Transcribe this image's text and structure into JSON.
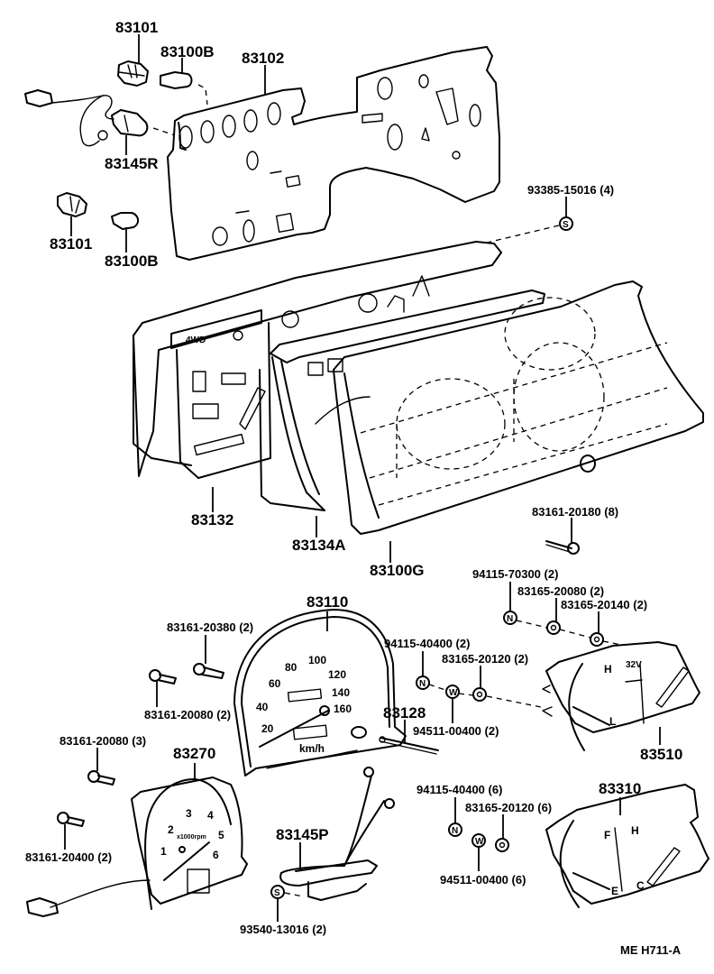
{
  "diagram": {
    "title_code": "ME  H711-A",
    "parts": [
      {
        "id": "p83101a",
        "number": "83101"
      },
      {
        "id": "p83100Ba",
        "number": "83100B"
      },
      {
        "id": "p83102",
        "number": "83102"
      },
      {
        "id": "p83145R",
        "number": "83145R"
      },
      {
        "id": "p83101b",
        "number": "83101"
      },
      {
        "id": "p83100Bb",
        "number": "83100B"
      },
      {
        "id": "p93385",
        "number": "93385-15016 (4)"
      },
      {
        "id": "p83132",
        "number": "83132"
      },
      {
        "id": "p83134A",
        "number": "83134A"
      },
      {
        "id": "p83100G",
        "number": "83100G"
      },
      {
        "id": "p83161_20180",
        "number": "83161-20180 (8)"
      },
      {
        "id": "p94115_70300",
        "number": "94115-70300 (2)"
      },
      {
        "id": "p83165_20080",
        "number": "83165-20080 (2)"
      },
      {
        "id": "p83165_20140",
        "number": "83165-20140 (2)"
      },
      {
        "id": "p83110",
        "number": "83110"
      },
      {
        "id": "p83161_20380",
        "number": "83161-20380 (2)"
      },
      {
        "id": "p83161_20080_2",
        "number": "83161-20080 (2)"
      },
      {
        "id": "p94115_40400_2",
        "number": "94115-40400 (2)"
      },
      {
        "id": "p83165_20120_2",
        "number": "83165-20120 (2)"
      },
      {
        "id": "p83128",
        "number": "83128"
      },
      {
        "id": "p94511_00400_2",
        "number": "94511-00400 (2)"
      },
      {
        "id": "p83510",
        "number": "83510"
      },
      {
        "id": "p83161_20080_3",
        "number": "83161-20080 (3)"
      },
      {
        "id": "p83270",
        "number": "83270"
      },
      {
        "id": "p83161_20400",
        "number": "83161-20400 (2)"
      },
      {
        "id": "p83145P",
        "number": "83145P"
      },
      {
        "id": "p93540",
        "number": "93540-13016 (2)"
      },
      {
        "id": "p94115_40400_6",
        "number": "94115-40400 (6)"
      },
      {
        "id": "p83165_20120_6",
        "number": "83165-20120 (6)"
      },
      {
        "id": "p94511_00400_6",
        "number": "94511-00400 (6)"
      },
      {
        "id": "p83310",
        "number": "83310"
      }
    ],
    "markers": {
      "screw": "S",
      "nut": "N",
      "washer": "W"
    },
    "speedometer": {
      "ticks": [
        "20",
        "40",
        "60",
        "80",
        "100",
        "120",
        "140",
        "160"
      ],
      "unit": "km/h"
    },
    "tachometer": {
      "ticks": [
        "1",
        "2",
        "3",
        "4",
        "5",
        "6"
      ],
      "unit": "x1000rpm"
    },
    "voltmeter": {
      "labels": [
        "H",
        "L",
        "32V"
      ]
    },
    "fuel_temp_gauge": {
      "labels": [
        "F",
        "E",
        "H",
        "C"
      ]
    },
    "housing_indicator": "4WD"
  }
}
